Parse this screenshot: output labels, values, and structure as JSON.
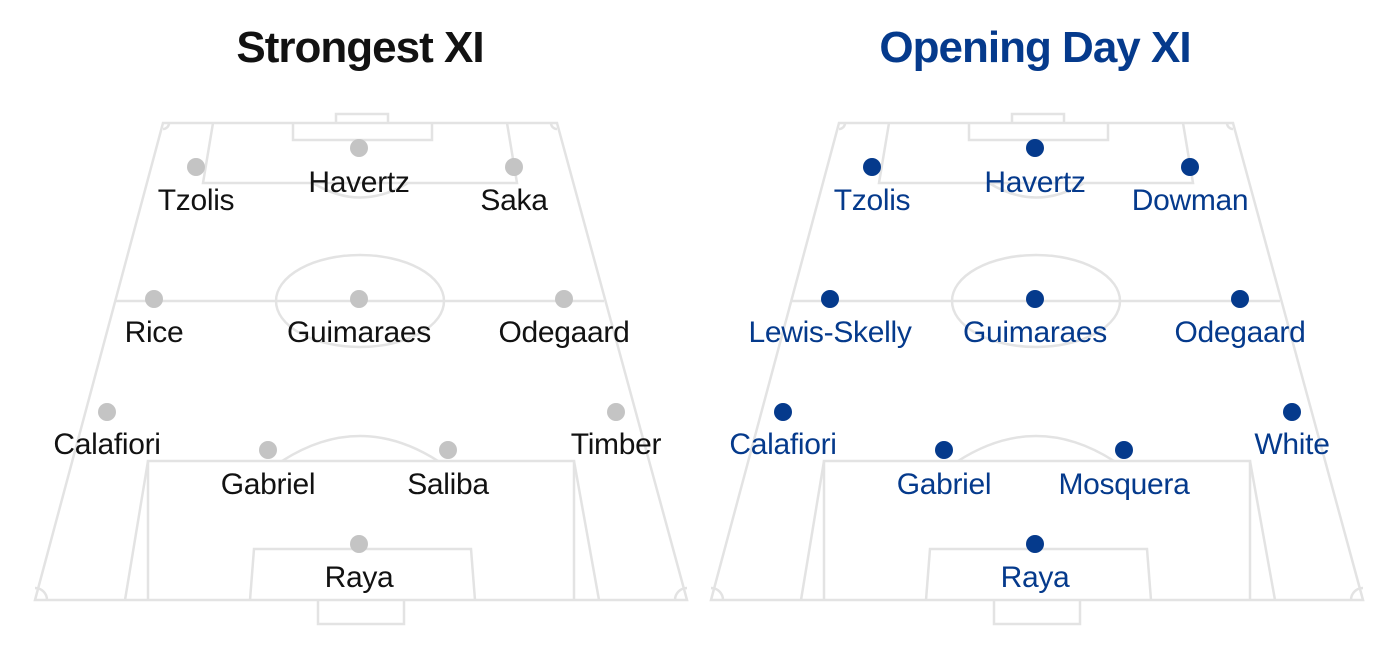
{
  "panels": [
    {
      "title": "Strongest XI",
      "accent_color": "#121212",
      "dot_color": "#c4c4c4",
      "players": [
        {
          "name": "Havertz",
          "role": "striker"
        },
        {
          "name": "Tzolis",
          "role": "left-wing"
        },
        {
          "name": "Saka",
          "role": "right-wing"
        },
        {
          "name": "Rice",
          "role": "left-midfield"
        },
        {
          "name": "Guimaraes",
          "role": "centre-midfield"
        },
        {
          "name": "Odegaard",
          "role": "right-midfield"
        },
        {
          "name": "Calafiori",
          "role": "left-back"
        },
        {
          "name": "Gabriel",
          "role": "left-centre-back"
        },
        {
          "name": "Saliba",
          "role": "right-centre-back"
        },
        {
          "name": "Timber",
          "role": "right-back"
        },
        {
          "name": "Raya",
          "role": "goalkeeper"
        }
      ]
    },
    {
      "title": "Opening Day XI",
      "accent_color": "#053a8c",
      "dot_color": "#053a8c",
      "players": [
        {
          "name": "Havertz",
          "role": "striker"
        },
        {
          "name": "Tzolis",
          "role": "left-wing"
        },
        {
          "name": "Dowman",
          "role": "right-wing"
        },
        {
          "name": "Lewis-Skelly",
          "role": "left-midfield"
        },
        {
          "name": "Guimaraes",
          "role": "centre-midfield"
        },
        {
          "name": "Odegaard",
          "role": "right-midfield"
        },
        {
          "name": "Calafiori",
          "role": "left-back"
        },
        {
          "name": "Gabriel",
          "role": "left-centre-back"
        },
        {
          "name": "Mosquera",
          "role": "right-centre-back"
        },
        {
          "name": "White",
          "role": "right-back"
        },
        {
          "name": "Raya",
          "role": "goalkeeper"
        }
      ]
    }
  ]
}
